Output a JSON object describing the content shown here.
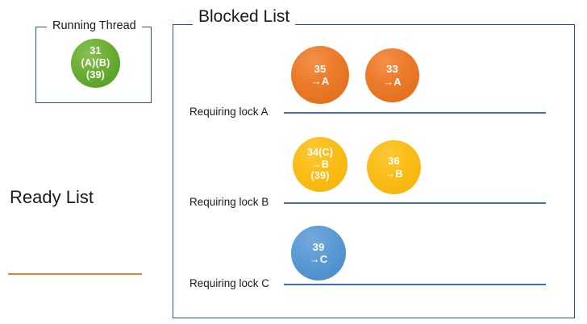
{
  "diagram": {
    "title": "Thread scheduling: running thread, ready list and blocked list",
    "background": "#ffffff"
  },
  "running_thread": {
    "title": "Running Thread",
    "box": {
      "border_color": "#2e5288"
    },
    "node": {
      "color": "#6cb033",
      "lines": [
        "31",
        "(A)(B)",
        "(39)"
      ],
      "line1": "31",
      "line2": "(A)(B)",
      "line3": "(39)"
    }
  },
  "ready_list": {
    "title": "Ready List",
    "line_color": "#ed7d31",
    "items": []
  },
  "blocked_list": {
    "title": "Blocked List",
    "box": {
      "border_color": "#2e5288"
    },
    "lock_line_color": "#3f6fb5",
    "sections": [
      {
        "label": "Requiring lock A",
        "color": "#ec7c2b",
        "nodes": [
          {
            "line1": "35",
            "line2": "→A",
            "line3": ""
          },
          {
            "line1": "33",
            "line2": "→A",
            "line3": ""
          }
        ]
      },
      {
        "label": "Requiring lock B",
        "color": "#fbbd17",
        "nodes": [
          {
            "line1": "34(C)",
            "line2": "→B",
            "line3": "(39)"
          },
          {
            "line1": "36",
            "line2": "→B",
            "line3": ""
          }
        ]
      },
      {
        "label": "Requiring lock C",
        "color": "#5b9bd5",
        "nodes": [
          {
            "line1": "39",
            "line2": "→C",
            "line3": ""
          }
        ]
      }
    ]
  }
}
